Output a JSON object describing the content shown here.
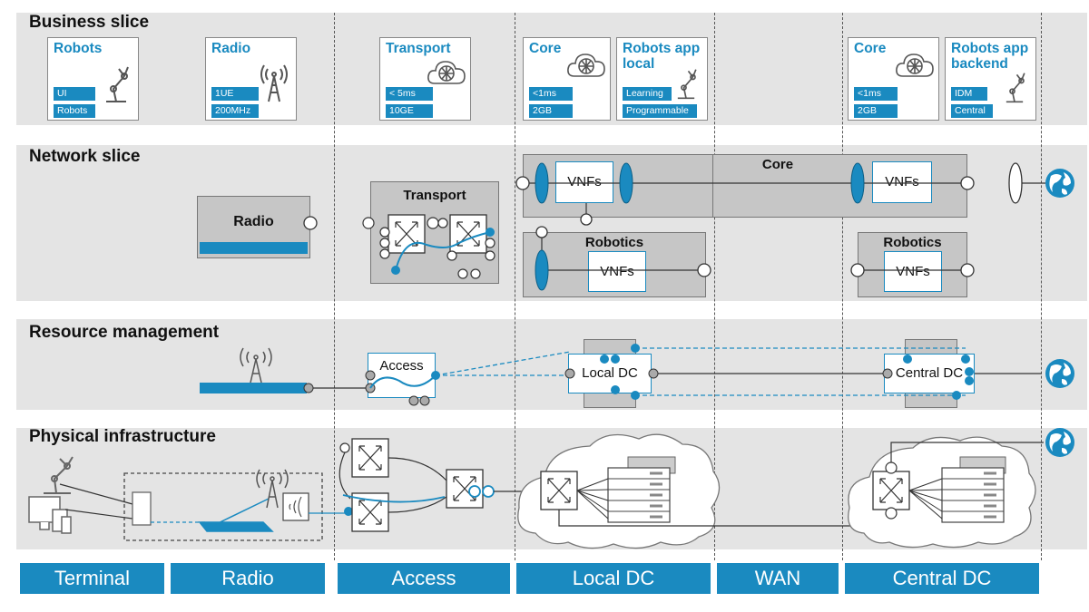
{
  "layers": {
    "business": "Business slice",
    "network": "Network slice",
    "resource": "Resource management",
    "physical": "Physical infrastructure"
  },
  "business_cards": [
    {
      "title": "Robots",
      "tags": [
        "UI",
        "Robots"
      ],
      "icon": "robot-arm-icon"
    },
    {
      "title": "Radio",
      "tags": [
        "1UE",
        "200MHz"
      ],
      "icon": "antenna-tower-icon"
    },
    {
      "title": "Transport",
      "tags": [
        "< 5ms",
        "10GE"
      ],
      "icon": "cloud-network-icon"
    },
    {
      "title": "Core",
      "tags": [
        "<1ms",
        "2GB"
      ],
      "icon": "cloud-network-icon"
    },
    {
      "title": "Robots app local",
      "tags": [
        "Learning",
        "Programmable"
      ],
      "icon": "robot-arm-icon"
    },
    {
      "title": "Core",
      "tags": [
        "<1ms",
        "2GB"
      ],
      "icon": "cloud-network-icon"
    },
    {
      "title": "Robots app backend",
      "tags": [
        "IDM",
        "Central"
      ],
      "icon": "robot-arm-icon"
    }
  ],
  "network": {
    "radio": "Radio",
    "transport": "Transport",
    "core": "Core",
    "vnfs": "VNFs",
    "robotics": "Robotics"
  },
  "resource": {
    "access": "Access",
    "local_dc": "Local DC",
    "central_dc": "Central DC"
  },
  "columns": [
    "Terminal",
    "Radio",
    "Access",
    "Local DC",
    "WAN",
    "Central DC"
  ],
  "colors": {
    "accent": "#1a8ac0",
    "band": "#e4e4e4",
    "box": "#c6c6c6"
  }
}
